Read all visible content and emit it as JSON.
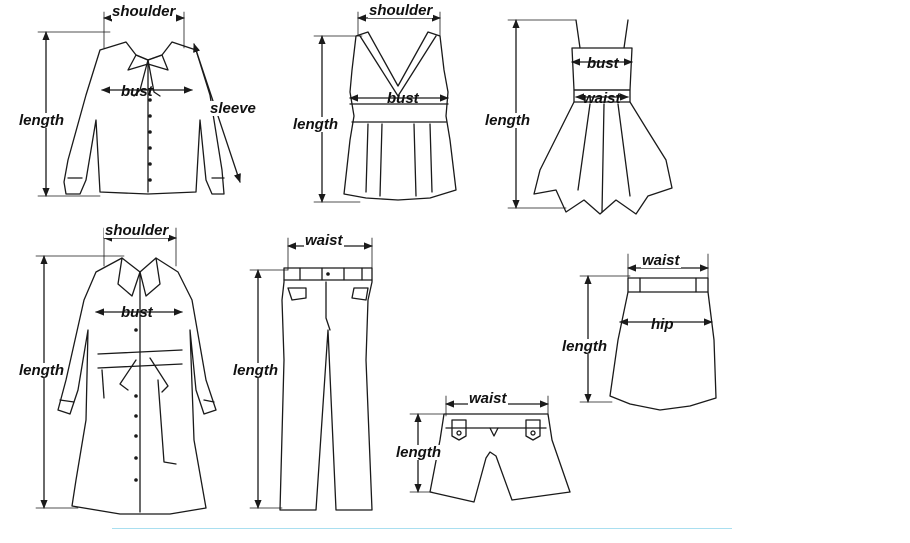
{
  "labels": {
    "shoulder": "shoulder",
    "bust": "bust",
    "sleeve": "sleeve",
    "length": "length",
    "waist": "waist",
    "hip": "hip"
  },
  "colors": {
    "line": "#1a1a1a",
    "background": "#ffffff",
    "rule": "#a9dff0"
  }
}
